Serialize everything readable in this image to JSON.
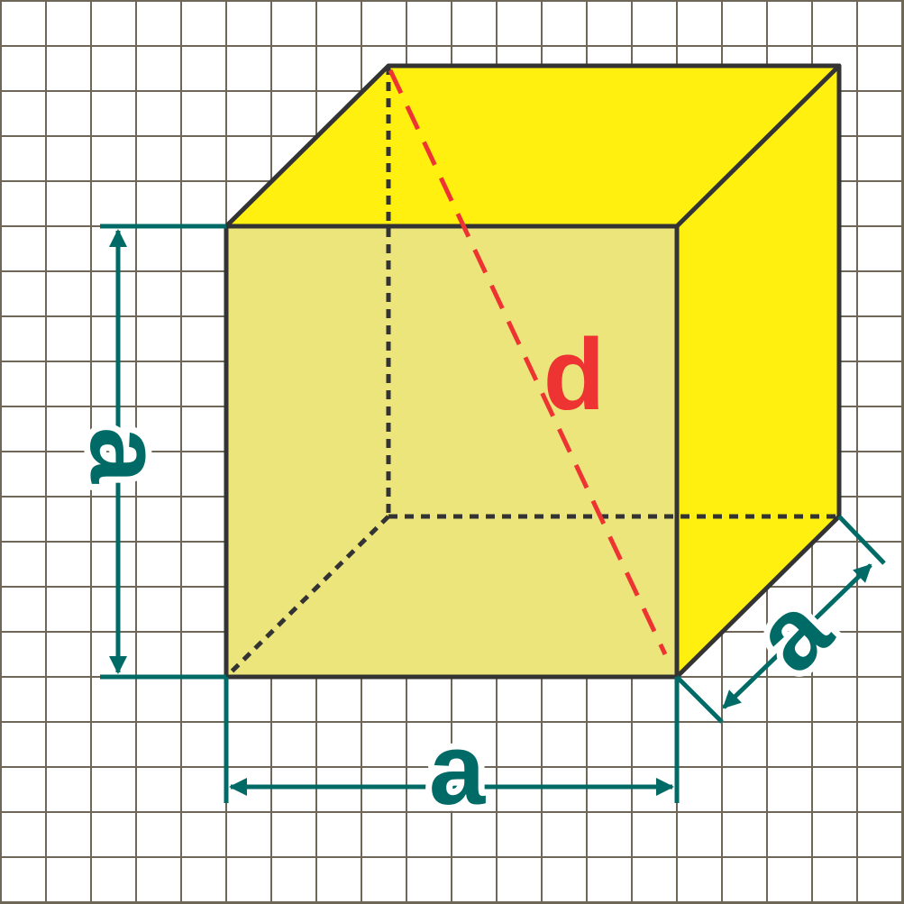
{
  "labels": {
    "edge_bottom": "a",
    "edge_left": "a",
    "edge_depth": "a",
    "diagonal": "d"
  },
  "colors": {
    "background": "#ffffff",
    "grid_line": "#6e6657",
    "front_face": "#ece57c",
    "top_face": "#fff00f",
    "side_face": "#fff00f",
    "edge": "#333333",
    "dimension": "#006b66",
    "diagonal": "#ee3333"
  }
}
